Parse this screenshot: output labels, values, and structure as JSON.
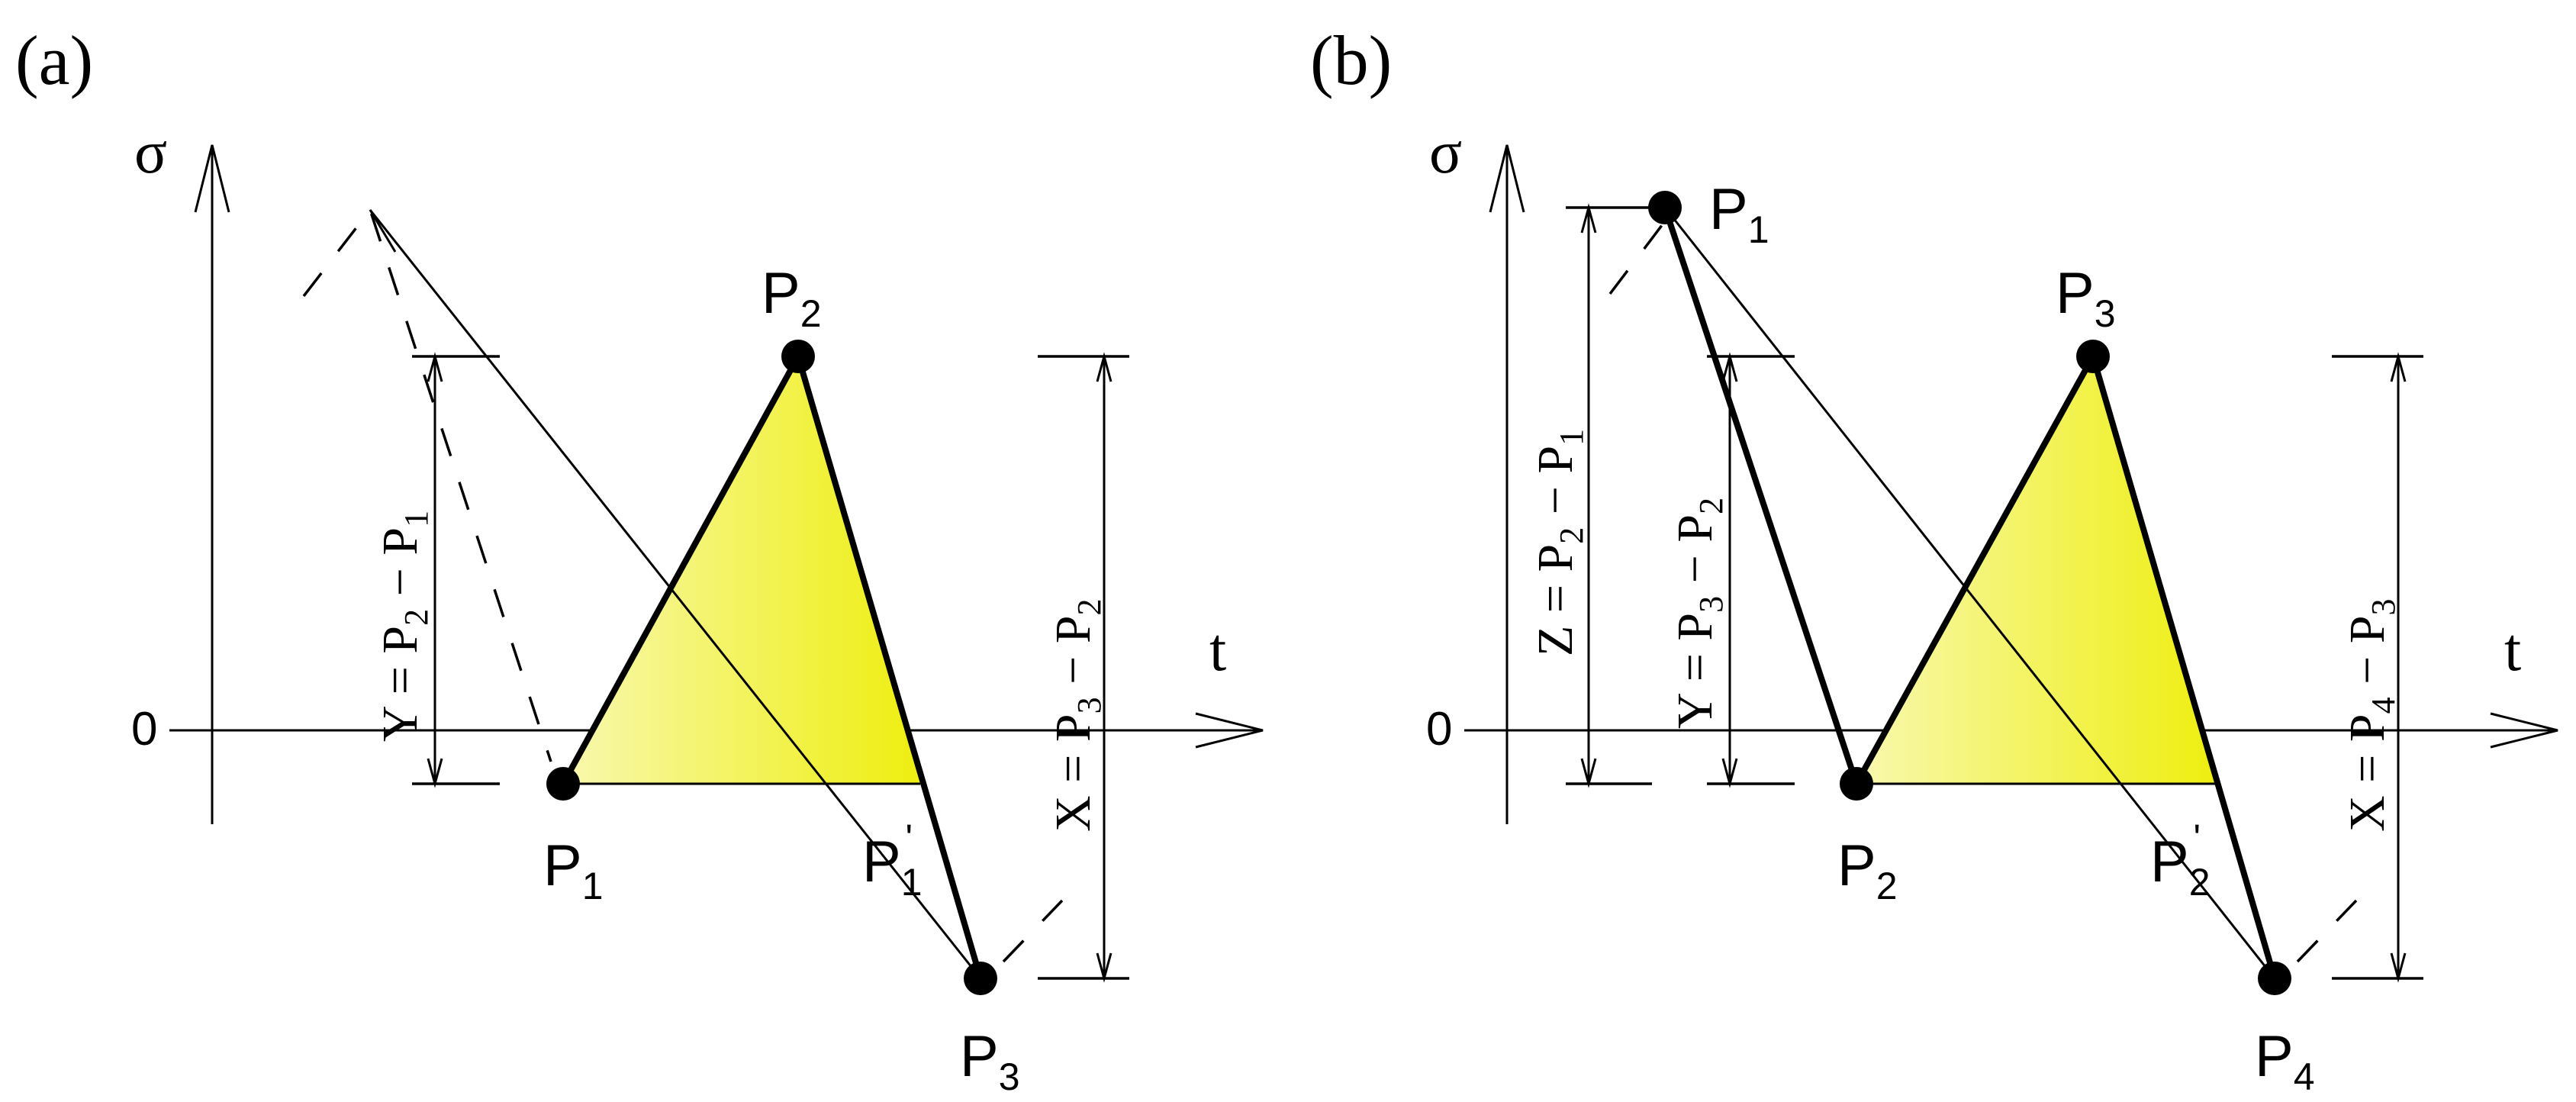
{
  "panels": [
    {
      "tag": "(a)",
      "axis_y": "σ",
      "axis_x": "t",
      "origin": "0",
      "points": [
        {
          "base": "P",
          "sub": "1"
        },
        {
          "base": "P",
          "sub": "2"
        },
        {
          "base": "P",
          "sub": "3"
        },
        {
          "base": "P",
          "sub": "1",
          "prime": "'"
        }
      ],
      "dims": {
        "y": {
          "lhs": "Y = P",
          "s1": "2",
          "mid": " − P",
          "s2": "1"
        },
        "x": {
          "lhs": "X = P",
          "s1": "3",
          "mid": " − P",
          "s2": "2"
        }
      }
    },
    {
      "tag": "(b)",
      "axis_y": "σ",
      "axis_x": "t",
      "origin": "0",
      "points": [
        {
          "base": "P",
          "sub": "1"
        },
        {
          "base": "P",
          "sub": "2"
        },
        {
          "base": "P",
          "sub": "3"
        },
        {
          "base": "P",
          "sub": "4"
        },
        {
          "base": "P",
          "sub": "2",
          "prime": "'"
        }
      ],
      "dims": {
        "z": {
          "lhs": "Z = P",
          "s1": "2",
          "mid": " − P",
          "s2": "1"
        },
        "y": {
          "lhs": "Y = P",
          "s1": "3",
          "mid": " − P",
          "s2": "2"
        },
        "x": {
          "lhs": "X = P",
          "s1": "4",
          "mid": " − P",
          "s2": "3"
        }
      }
    }
  ],
  "colors": {
    "fill_light": "#f8f8b0",
    "fill_dark": "#eeee10",
    "ink": "#000000"
  }
}
